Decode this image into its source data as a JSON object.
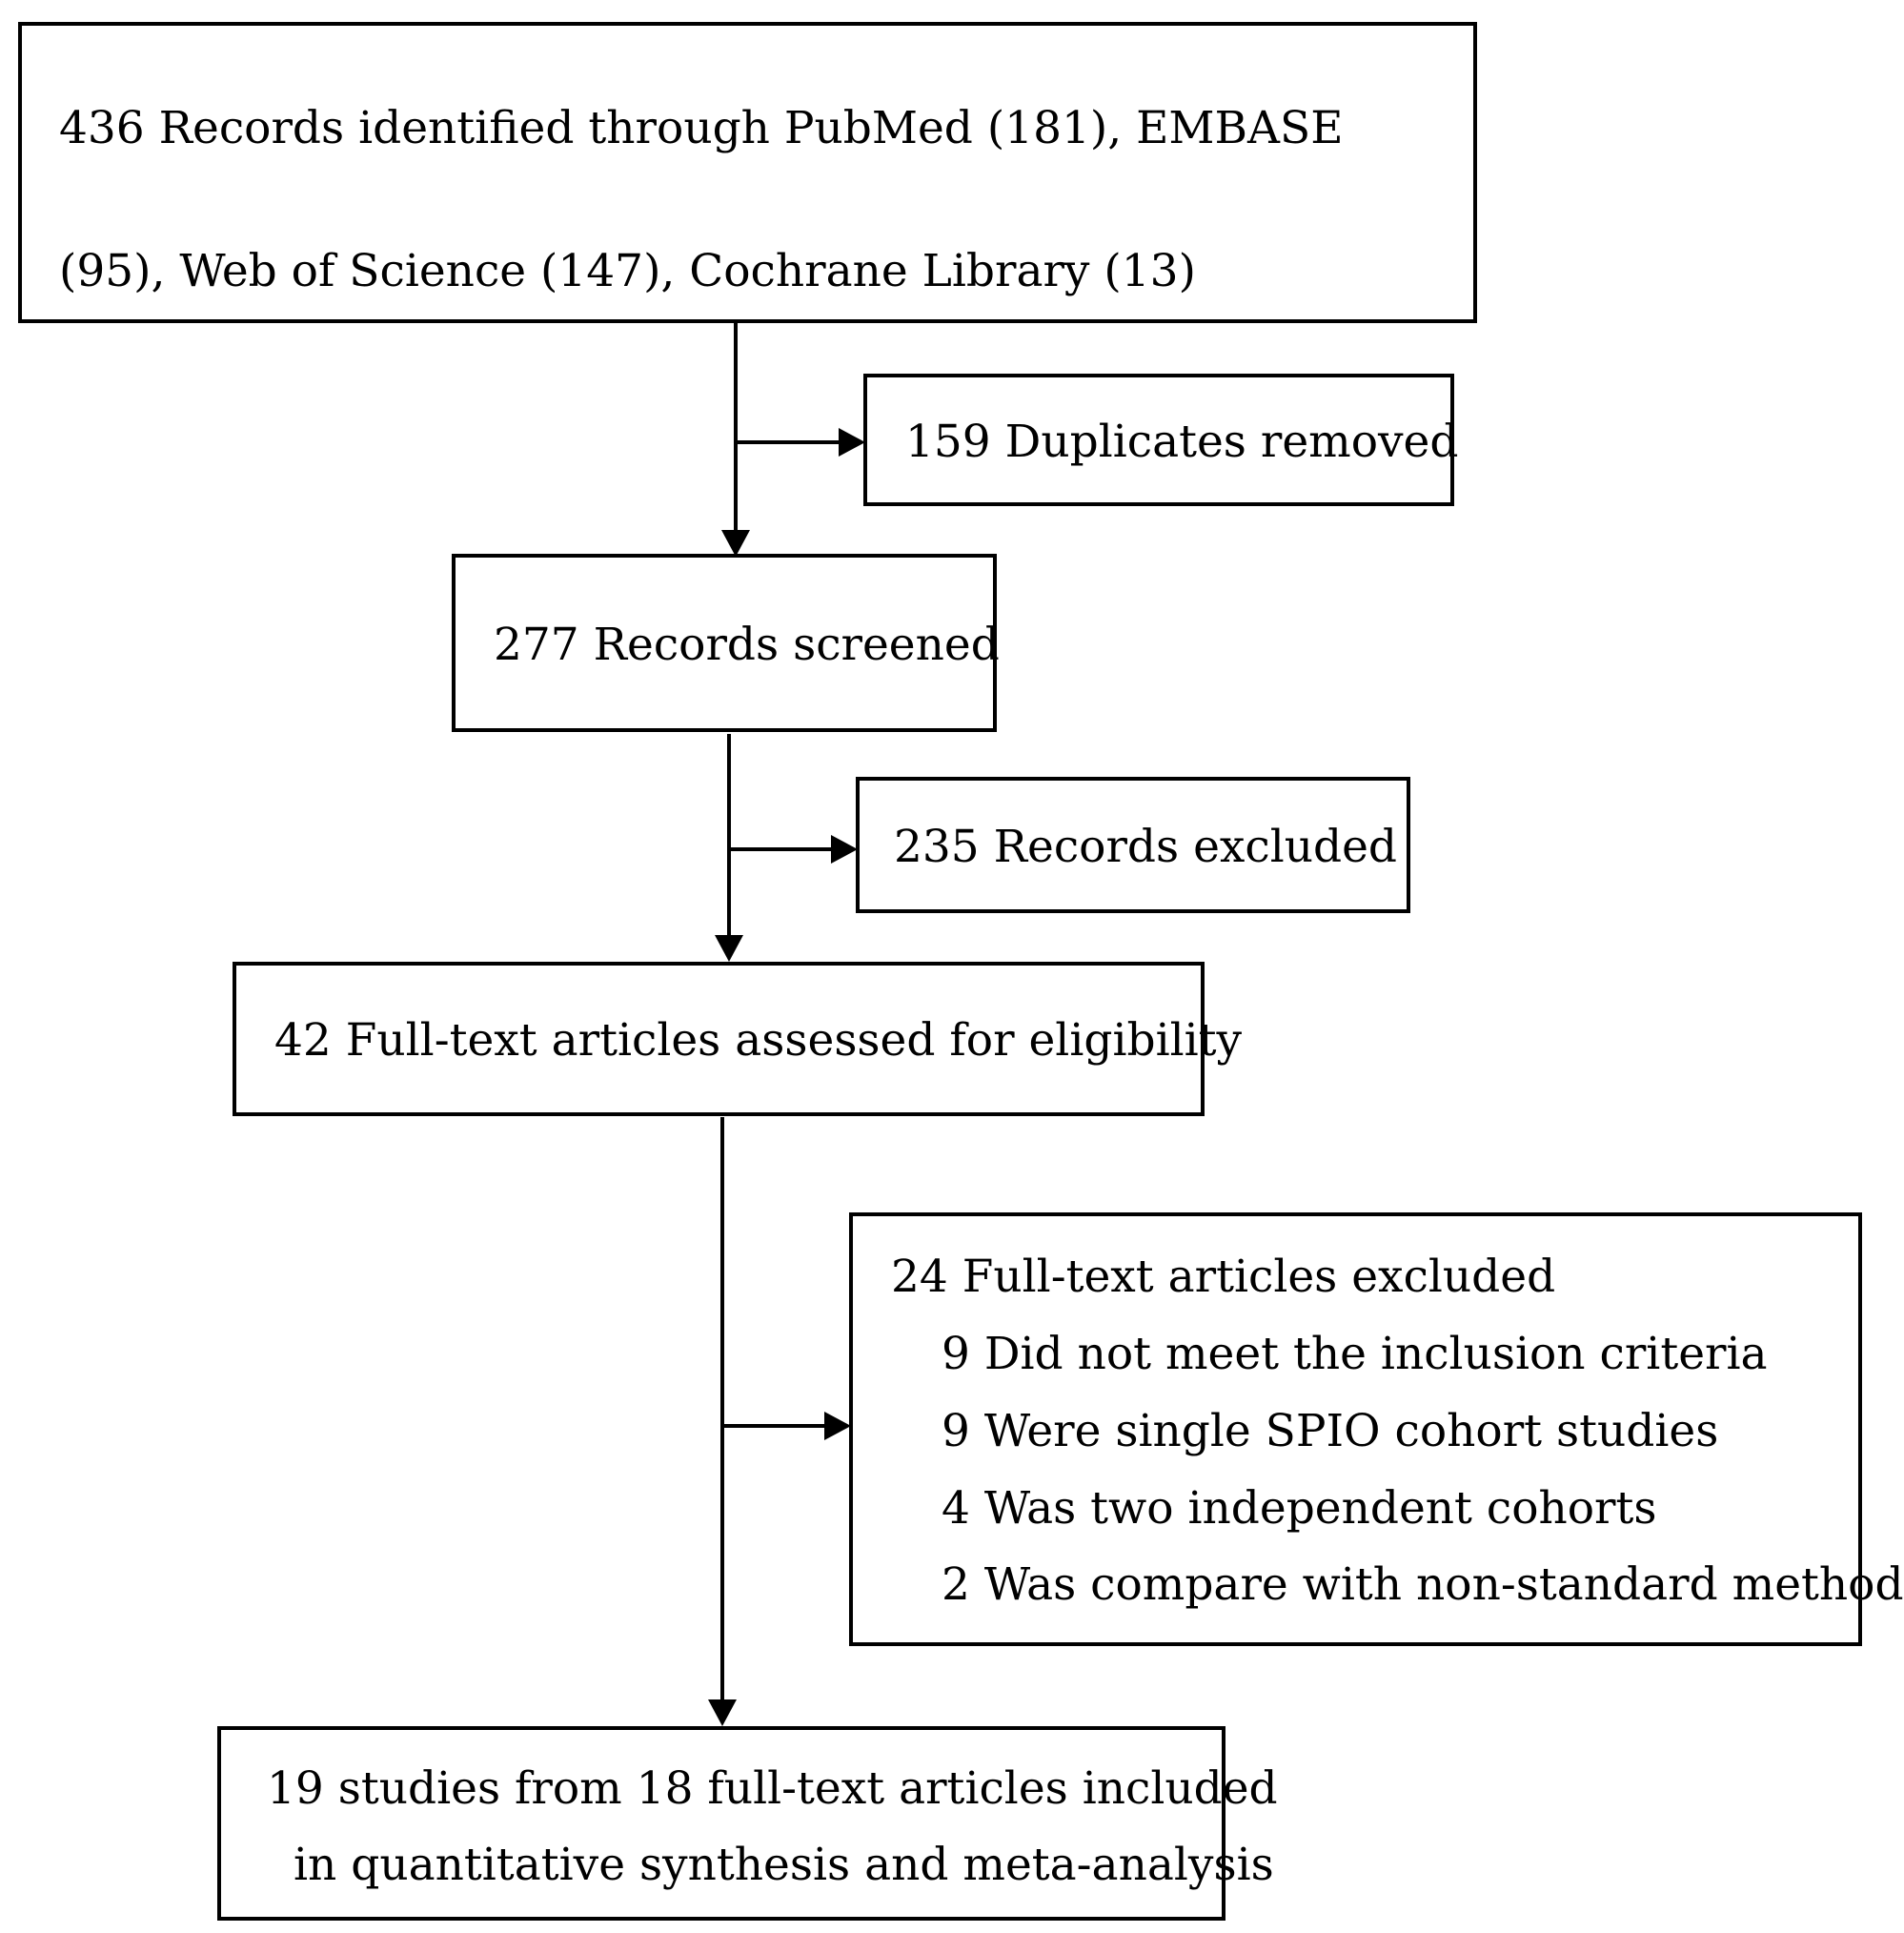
{
  "flow": {
    "identified": {
      "line1": "436 Records identified through PubMed (181), EMBASE",
      "line2": "(95), Web of Science (147), Cochrane Library (13)"
    },
    "duplicates": {
      "text": "159 Duplicates removed"
    },
    "screened": {
      "text": "277 Records screened"
    },
    "records_excluded": {
      "text": "235 Records excluded"
    },
    "assessed": {
      "text": "42 Full-text articles assessed for eligibility"
    },
    "fulltext_excluded": {
      "heading": "24 Full-text articles excluded",
      "reasons": [
        "9 Did not meet the inclusion criteria",
        "9 Were single SPIO cohort studies",
        "4 Was two independent cohorts",
        "2 Was compare with non-standard method"
      ]
    },
    "included": {
      "line1": "19 studies from 18 full-text articles included",
      "line2": "in quantitative synthesis and meta-analysis"
    }
  }
}
